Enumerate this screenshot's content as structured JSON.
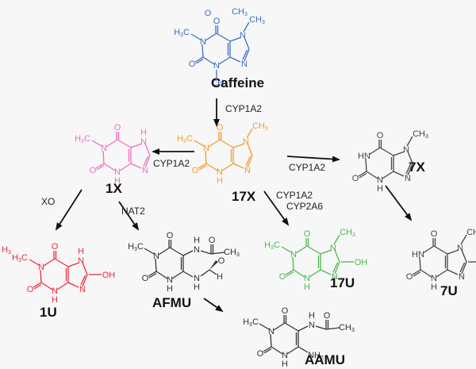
{
  "title": "Caffeine metabolism pathway",
  "colors": {
    "caffeine": "#3a6fc4",
    "x1": "#ee6fbf",
    "x17": "#f79a2c",
    "x7": "#444444",
    "u1": "#ee2a3a",
    "afmu": "#333333",
    "u17": "#4cb84a",
    "u7": "#444444",
    "aamu": "#333333"
  },
  "compounds": [
    {
      "id": "caffeine",
      "label": "Caffeine"
    },
    {
      "id": "x17",
      "label": "17X"
    },
    {
      "id": "x1",
      "label": "1X"
    },
    {
      "id": "x7",
      "label": "7X"
    },
    {
      "id": "u1",
      "label": "1U"
    },
    {
      "id": "afmu",
      "label": "AFMU"
    },
    {
      "id": "u17",
      "label": "17U"
    },
    {
      "id": "u7",
      "label": "7U"
    },
    {
      "id": "aamu",
      "label": "AAMU"
    }
  ],
  "reactions": [
    {
      "from": "caffeine",
      "to": "x17",
      "enzyme": "CYP1A2"
    },
    {
      "from": "x17",
      "to": "x1",
      "enzyme": "CYP1A2"
    },
    {
      "from": "x17",
      "to": "x7",
      "enzyme": "CYP1A2"
    },
    {
      "from": "x17",
      "to": "u17",
      "enzyme": "CYP1A2",
      "enzyme2": "CYP2A6"
    },
    {
      "from": "x1",
      "to": "u1",
      "enzyme": "XO"
    },
    {
      "from": "x1",
      "to": "afmu",
      "enzyme": "NAT2"
    },
    {
      "from": "x7",
      "to": "u7",
      "enzyme": ""
    },
    {
      "from": "afmu",
      "to": "aamu",
      "enzyme": ""
    }
  ],
  "atoms": {
    "O": "O",
    "N": "N",
    "H": "H",
    "HN": "HN",
    "OH": "OH",
    "CH": "CH",
    "H3C_H": "H",
    "C": "C",
    "three": "3",
    "two": "2",
    "NH": "NH"
  }
}
